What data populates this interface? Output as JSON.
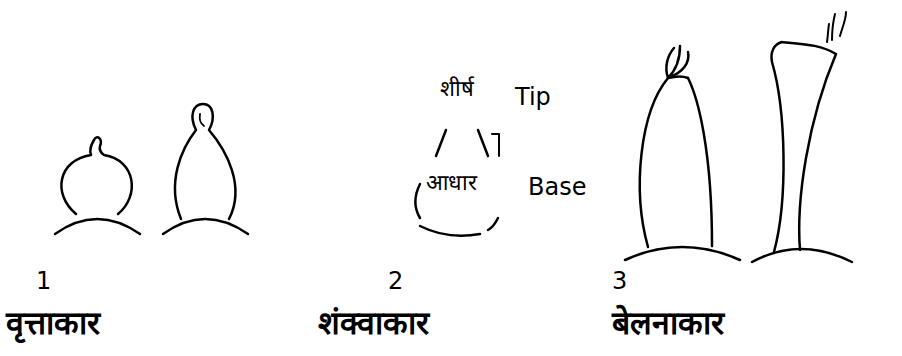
{
  "diagram": {
    "labels": [
      "शीर्ष",
      "Tip",
      "आधार",
      "Base",
      "1",
      "वृत्ताकार",
      "2",
      "शंक्वाकार",
      "3",
      "बेलनाकार"
    ]
  }
}
